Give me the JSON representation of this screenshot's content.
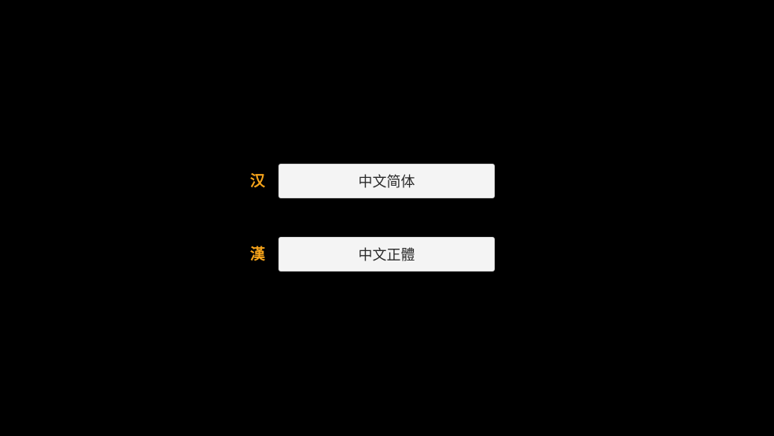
{
  "languages": [
    {
      "glyph": "汉",
      "label": "中文简体"
    },
    {
      "glyph": "漢",
      "label": "中文正體"
    }
  ],
  "colors": {
    "background": "#000000",
    "glyph": "#f5a31a",
    "button_bg": "#f4f4f4",
    "button_text": "#2a2a2a"
  }
}
